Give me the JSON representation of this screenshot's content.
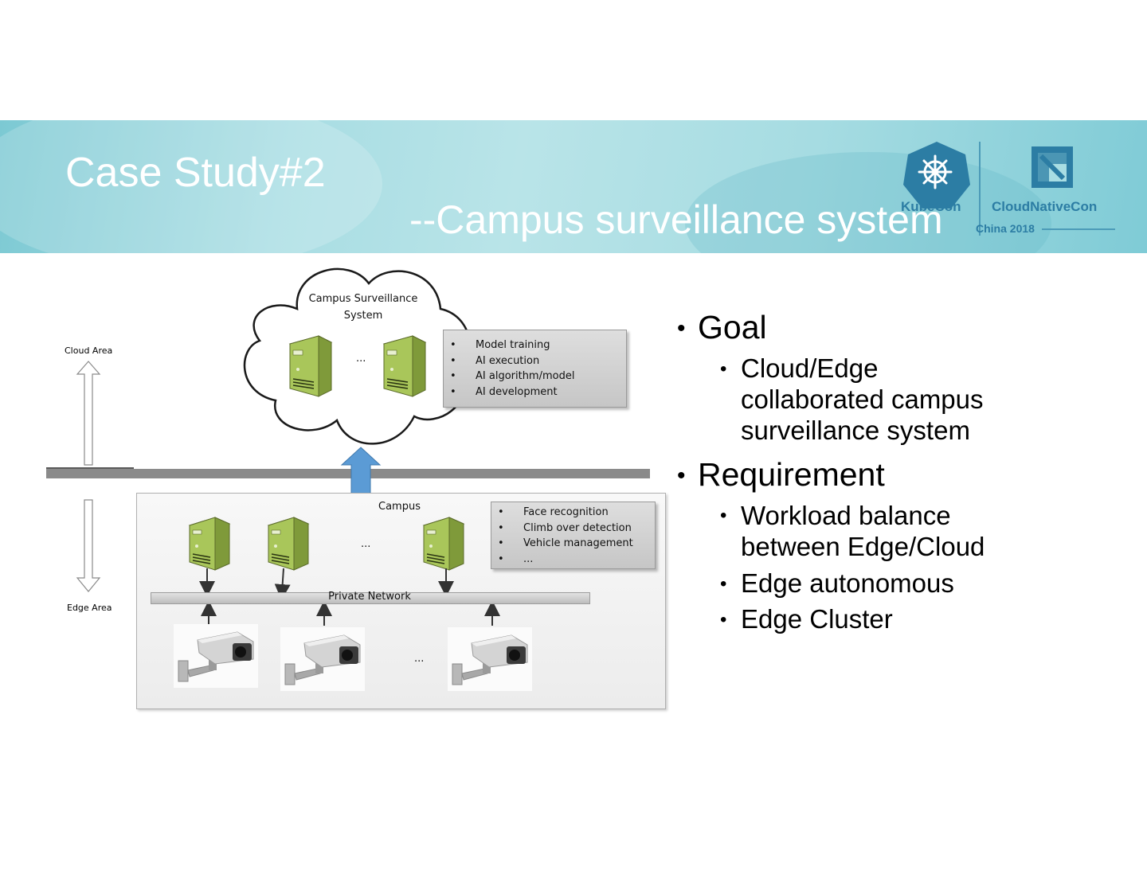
{
  "header": {
    "title": "Case Study#2",
    "subtitle": "--Campus surveillance system",
    "logo_kubecon": "KubeCon",
    "logo_china": "China 2018",
    "logo_cncf": "CloudNativeCon"
  },
  "diagram": {
    "cloud_area_label": "Cloud Area",
    "edge_area_label": "Edge Area",
    "cloud_title": "Campus Surveillance\nSystem",
    "cloud_ellipsis": "...",
    "cloud_features": [
      "Model training",
      "AI execution",
      "AI algorithm/model",
      "AI development"
    ],
    "campus_label": "Campus",
    "campus_ellipsis": "...",
    "edge_features": [
      "Face recognition",
      "Climb over detection",
      "Vehicle management",
      "..."
    ],
    "network_label": "Private Network",
    "camera_ellipsis": "..."
  },
  "bullets": [
    {
      "label": "Goal",
      "children": [
        "Cloud/Edge collaborated campus surveillance system"
      ]
    },
    {
      "label": "Requirement",
      "children": [
        "Workload balance between Edge/Cloud",
        "Edge autonomous",
        "Edge Cluster"
      ]
    }
  ],
  "colors": {
    "banner": "#a8dde3",
    "upload_arrow": "#5b9bd5",
    "server_green": "#a9c65a",
    "logo_blue": "#2c7da4"
  }
}
